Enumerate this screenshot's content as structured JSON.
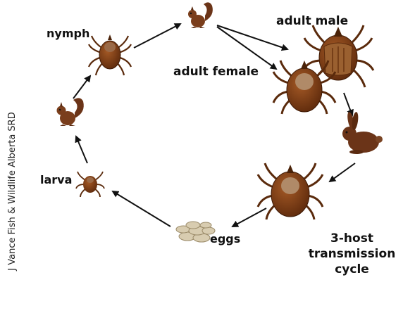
{
  "labels": {
    "nymph": "nymph",
    "adult_male": "adult male",
    "adult_female": "adult female",
    "larva": "larva",
    "eggs": "eggs"
  },
  "title": {
    "line1": "3-host",
    "line2": "transmission",
    "line3": "cycle"
  },
  "credit": "J Vance Fish & Wildlife Alberta SRD",
  "icons": [
    "tick-nymph-icon",
    "squirrel-icon",
    "tick-adult-male-icon",
    "tick-adult-female-icon",
    "rabbit-icon",
    "tick-engorged-icon",
    "eggs-icon",
    "tick-larva-icon"
  ],
  "colors": {
    "tick_body": "#7a3a12",
    "tick_shield": "#b08a68",
    "legs": "#5a2a0c",
    "animal": "#6b3418",
    "eggs": "#d8ccb0",
    "arrow": "#111111"
  }
}
